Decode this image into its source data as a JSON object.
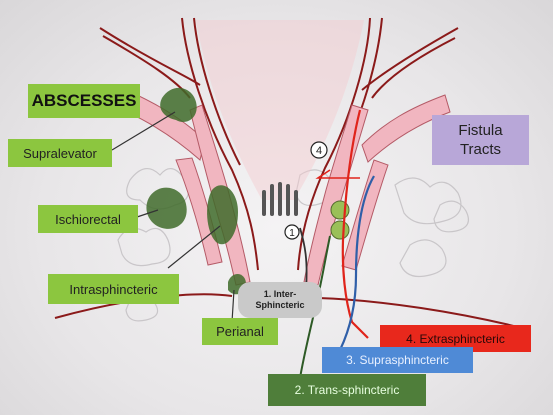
{
  "abscesses": {
    "heading": "ABSCESSES",
    "supralevator": "Supralevator",
    "ischiorectal": "Ischiorectal",
    "intrasphincteric": "Intrasphincteric",
    "perianal": "Perianal"
  },
  "fistula": {
    "heading_line1": "Fistula",
    "heading_line2": "Tracts",
    "inter_line1": "1. Inter-",
    "inter_line2": "Sphincteric",
    "trans": "2. Trans-sphincteric",
    "supra": "3. Suprasphincteric",
    "extra": "4. Extrasphincteric"
  },
  "markers": {
    "one": "1",
    "four": "4"
  },
  "colors": {
    "label_green": "#8cc63f",
    "fistula_purple": "#b8a7d8",
    "inter_gray": "#c9c9c9",
    "extra_red": "#e8281c",
    "supra_blue": "#4f8ad6",
    "trans_green": "#4f7e3a",
    "muscle_pink": "#f1b6c0",
    "abscess_green": "#3f6b2a"
  }
}
